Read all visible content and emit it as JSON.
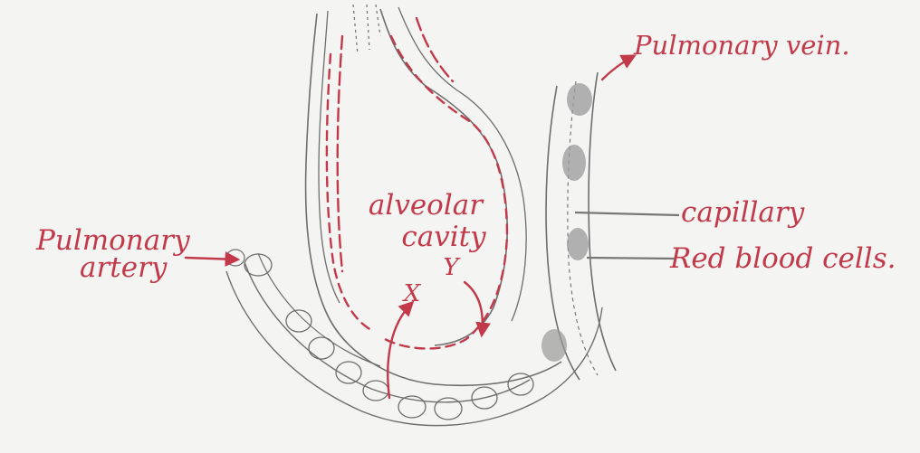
{
  "labels": {
    "alveolar_cavity_line1": "alveolar",
    "alveolar_cavity_line2": "cavity",
    "pulmonary_artery_line1": "Pulmonary",
    "pulmonary_artery_line2": "artery",
    "pulmonary_vein": "Pulmonary vein.",
    "capillary": "capillary",
    "red_blood_cells": "Red blood cells.",
    "gas_x": "X",
    "gas_y": "Y"
  },
  "colors": {
    "ink": "#c23a4a",
    "pencil": "#6e6e6e",
    "paper": "#f4f4f2"
  }
}
